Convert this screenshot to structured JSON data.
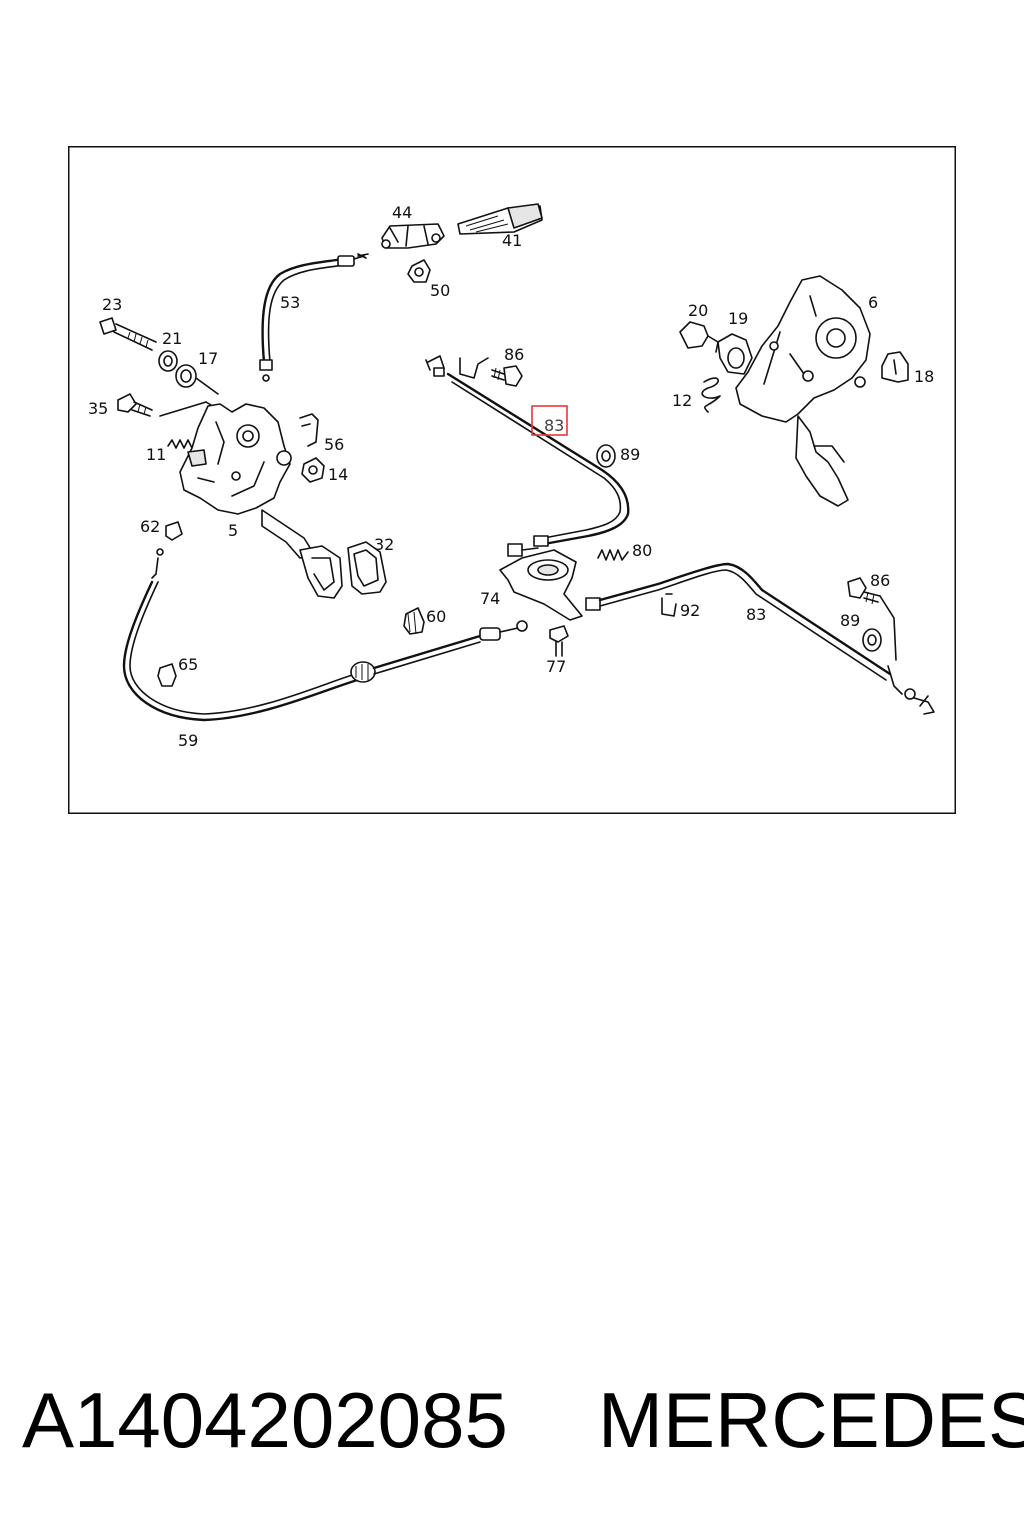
{
  "footer": {
    "part_number": "A1404202085",
    "brand": "MERCEDES"
  },
  "highlight": {
    "callout": "83",
    "color": "#e53935"
  },
  "callouts": {
    "c44": "44",
    "c41": "41",
    "c50": "50",
    "c53": "53",
    "c23": "23",
    "c21": "21",
    "c17": "17",
    "c35": "35",
    "c11": "11",
    "c56": "56",
    "c14": "14",
    "c5": "5",
    "c62": "62",
    "c32": "32",
    "c60": "60",
    "c65": "65",
    "c59": "59",
    "c86a": "86",
    "c89a": "89",
    "c80": "80",
    "c74": "74",
    "c77": "77",
    "c92": "92",
    "c83b": "83",
    "c86b": "86",
    "c89b": "89",
    "c20": "20",
    "c19": "19",
    "c6": "6",
    "c12": "12",
    "c18": "18"
  }
}
